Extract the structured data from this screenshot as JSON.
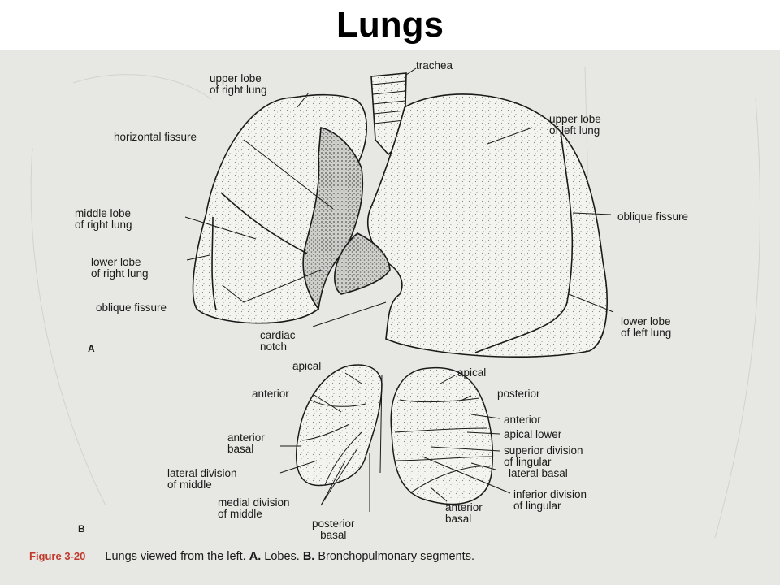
{
  "title": "Lungs",
  "panel_a": {
    "letter": "A",
    "labels": {
      "trachea": "trachea",
      "upper_lobe_right": [
        "upper lobe",
        "of right lung"
      ],
      "horizontal_fissure": "horizontal fissure",
      "middle_lobe_right": [
        "middle lobe",
        "of right lung"
      ],
      "lower_lobe_right": [
        "lower lobe",
        "of right lung"
      ],
      "oblique_fissure_right": "oblique fissure",
      "cardiac_notch": [
        "cardiac",
        "notch"
      ],
      "upper_lobe_left": [
        "upper lobe",
        "of left lung"
      ],
      "oblique_fissure_left": "oblique fissure",
      "lower_lobe_left": [
        "lower lobe",
        "of left lung"
      ]
    }
  },
  "panel_b": {
    "letter": "B",
    "labels": {
      "apical_right": "apical",
      "anterior_right": "anterior",
      "anterior_basal_right": [
        "anterior",
        "basal"
      ],
      "lateral_division_middle": [
        "lateral division",
        "of middle"
      ],
      "medial_division_middle": [
        "medial division",
        "of middle"
      ],
      "posterior_basal": [
        "posterior",
        "basal"
      ],
      "apical_left": "apical",
      "posterior_left": "posterior",
      "anterior_left": "anterior",
      "apical_lower": "apical lower",
      "superior_division_lingular": [
        "superior division",
        "of lingular"
      ],
      "lateral_basal": "lateral basal",
      "inferior_division_lingular": [
        "inferior division",
        "of lingular"
      ],
      "anterior_basal_left": [
        "anterior",
        "basal"
      ]
    }
  },
  "caption": {
    "figure_number": "Figure 3-20",
    "text_1": "Lungs viewed from the left.",
    "bold_a": "A.",
    "text_2": "Lobes.",
    "bold_b": "B.",
    "text_3": "Bronchopulmonary segments."
  },
  "colors": {
    "scan_background": "#e7e7e3",
    "lung_fill": "#f2f2ee",
    "ink": "#1a1a1a",
    "caption_figure_number": "#c0392b"
  }
}
